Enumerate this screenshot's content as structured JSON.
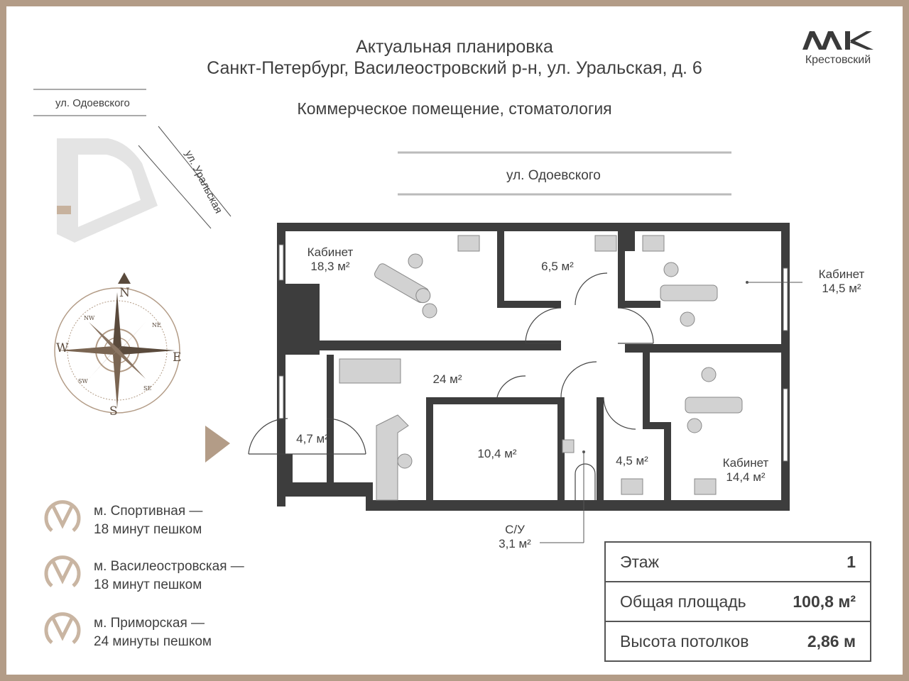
{
  "header": {
    "title": "Актуальная планировка",
    "address": "Санкт-Петербург, Василеостровский р-н, ул. Уральская, д. 6",
    "subtitle": "Коммерческое помещение, стоматология"
  },
  "logo": {
    "text": "Крестовский",
    "icon": "kr-logo-icon"
  },
  "streets": {
    "map_top": "ул. Одоевского",
    "map_diag": "ул. Уральская",
    "plan_top": "ул. Одоевского"
  },
  "compass": {
    "n": "N",
    "s": "S",
    "e": "E",
    "w": "W",
    "nw": "NW",
    "ne": "NE",
    "sw": "SW",
    "se": "SE"
  },
  "rooms": {
    "cab1": {
      "name": "Кабинет",
      "area": "18,3 м²"
    },
    "r65": {
      "area": "6,5 м²"
    },
    "cab2": {
      "name": "Кабинет",
      "area": "14,5 м²"
    },
    "hall": {
      "area": "24 м²"
    },
    "r47": {
      "area": "4,7 м²"
    },
    "r104": {
      "area": "10,4 м²"
    },
    "r45": {
      "area": "4,5 м²"
    },
    "cab3": {
      "name": "Кабинет",
      "area": "14,4 м²"
    },
    "wc": {
      "name": "С/У",
      "area": "3,1 м²"
    }
  },
  "metro": [
    {
      "station": "м. Спортивная —",
      "walk": "18 минут пешком"
    },
    {
      "station": "м. Василеостровская —",
      "walk": "18 минут пешком"
    },
    {
      "station": "м. Приморская —",
      "walk": "24 минуты пешком"
    }
  ],
  "info": {
    "floor_label": "Этаж",
    "floor_value": "1",
    "area_label": "Общая площадь",
    "area_value": "100,8 м²",
    "height_label": "Высота потолков",
    "height_value": "2,86 м"
  },
  "colors": {
    "accent": "#b39c87",
    "wall": "#3d3d3d",
    "furniture": "#cfcfcf"
  }
}
